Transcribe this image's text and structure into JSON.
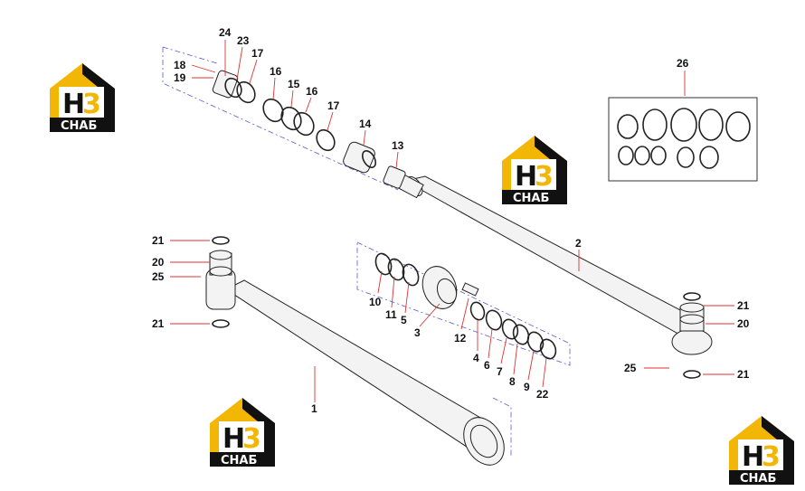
{
  "labels": {
    "p1": "1",
    "p2": "2",
    "p3": "3",
    "p4": "4",
    "p5": "5",
    "p6": "6",
    "p7": "7",
    "p8": "8",
    "p9": "9",
    "p10": "10",
    "p11": "11",
    "p12": "12",
    "p13": "13",
    "p14": "14",
    "p15": "15",
    "p16a": "16",
    "p16b": "16",
    "p17a": "17",
    "p17b": "17",
    "p18": "18",
    "p19": "19",
    "p20a": "20",
    "p20b": "20",
    "p21a": "21",
    "p21b": "21",
    "p21c": "21",
    "p21d": "21",
    "p22": "22",
    "p23": "23",
    "p24": "24",
    "p25a": "25",
    "p25b": "25",
    "p26": "26"
  },
  "logo": {
    "mark": "H3",
    "text": "СНАБ",
    "colors": {
      "gold": "#f2b705",
      "black": "#111111"
    }
  }
}
